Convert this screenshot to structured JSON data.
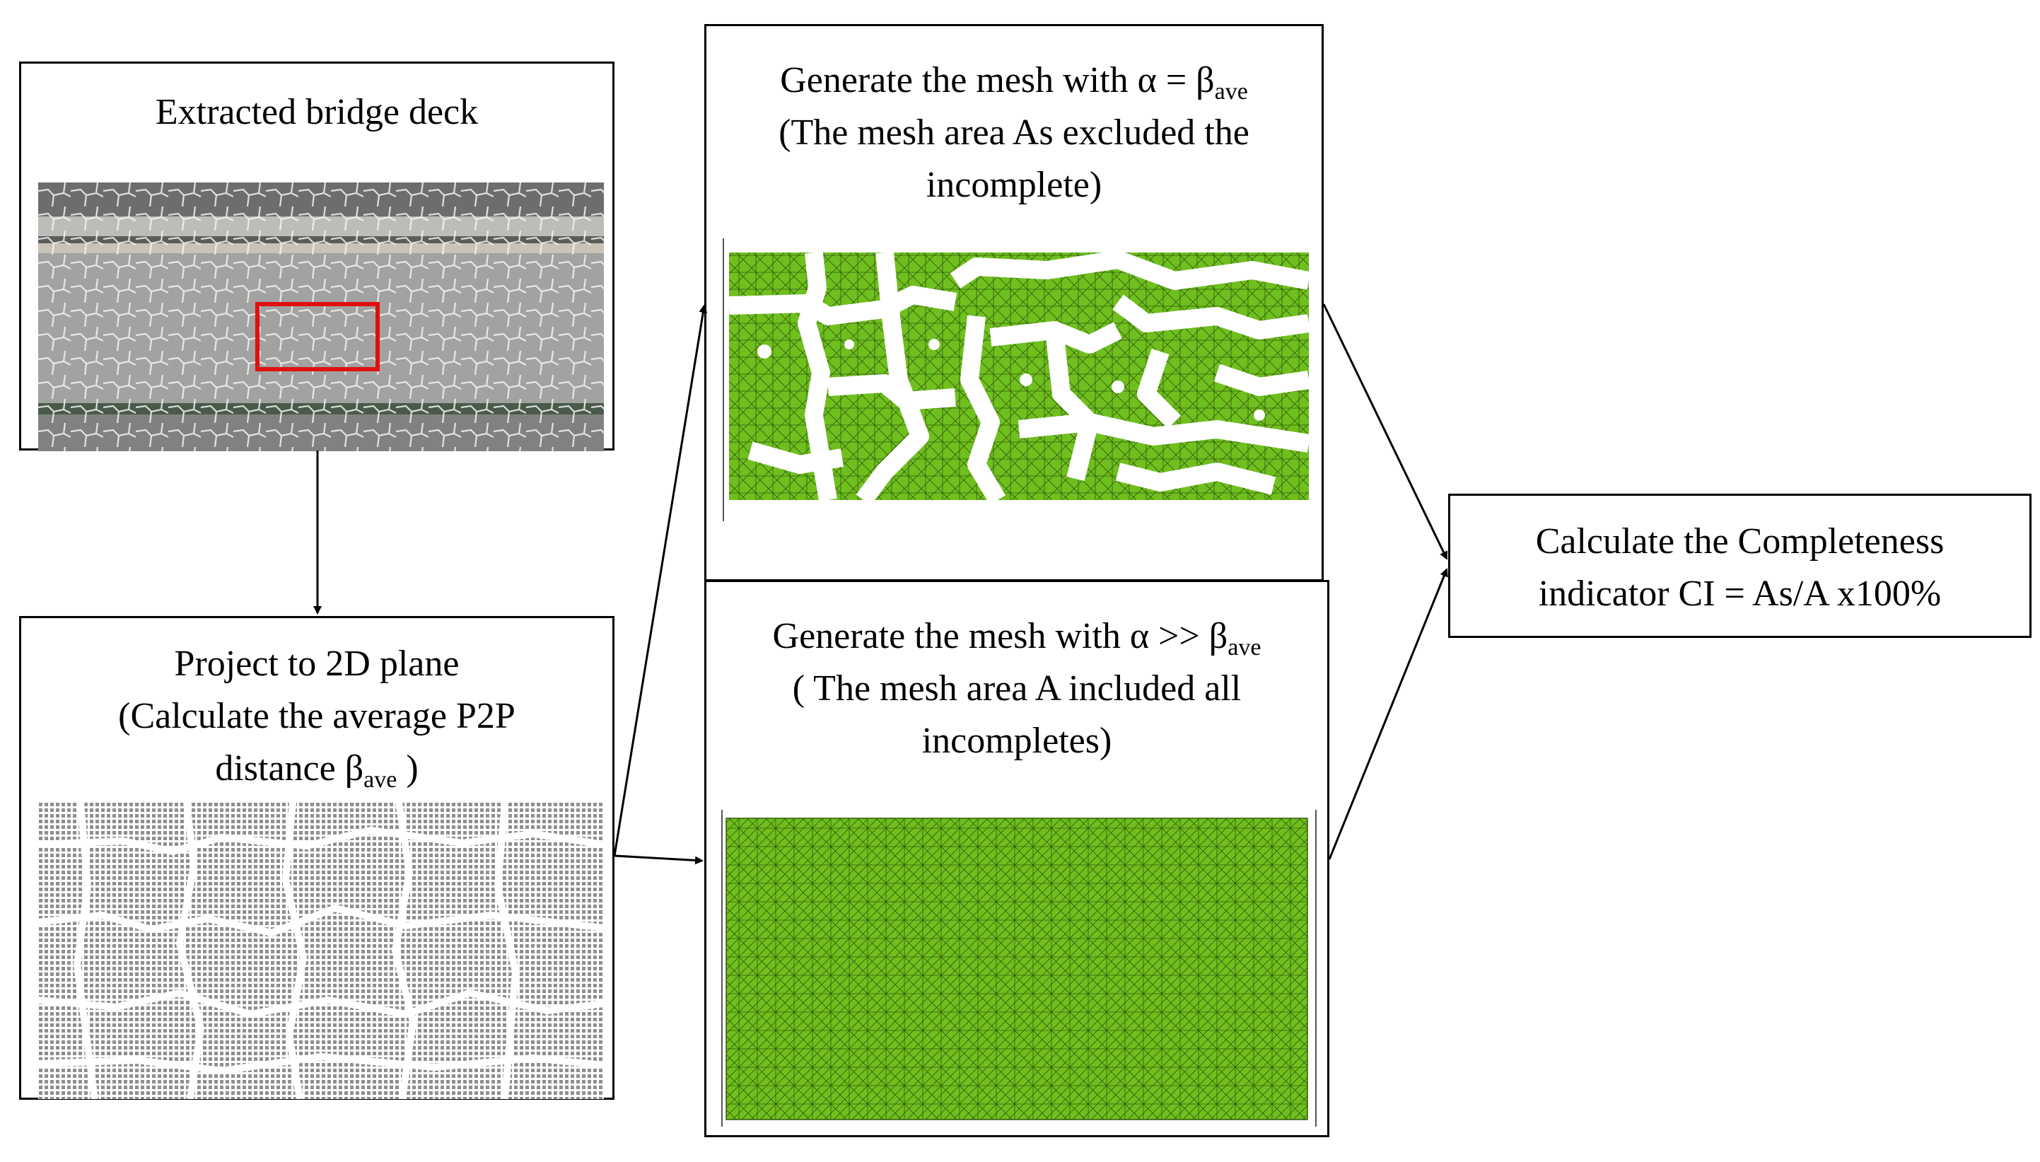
{
  "boxes": {
    "extracted": {
      "line1": "Extracted bridge deck"
    },
    "project": {
      "line1": "Project to 2D plane",
      "line2": "(Calculate the average P2P",
      "line3a": "distance β",
      "line3sub": "ave",
      "line3b": " )"
    },
    "mesh_excluded": {
      "line1a": "Generate the mesh with α = β",
      "line1sub": "ave",
      "line2": "(The mesh area As excluded the",
      "line3": "incomplete)"
    },
    "mesh_included": {
      "line1a": "Generate the mesh with α >> β",
      "line1sub": "ave",
      "line2": "( The mesh area A included all",
      "line3": "incompletes)"
    },
    "completeness": {
      "line1": "Calculate the Completeness",
      "line2": "indicator CI = As/A x100%"
    }
  },
  "colors": {
    "mesh_green": "#6fbf1e",
    "mesh_line": "#2f5a0c",
    "highlight_red": "#e01010",
    "deck_gray": "#9a9a98"
  }
}
